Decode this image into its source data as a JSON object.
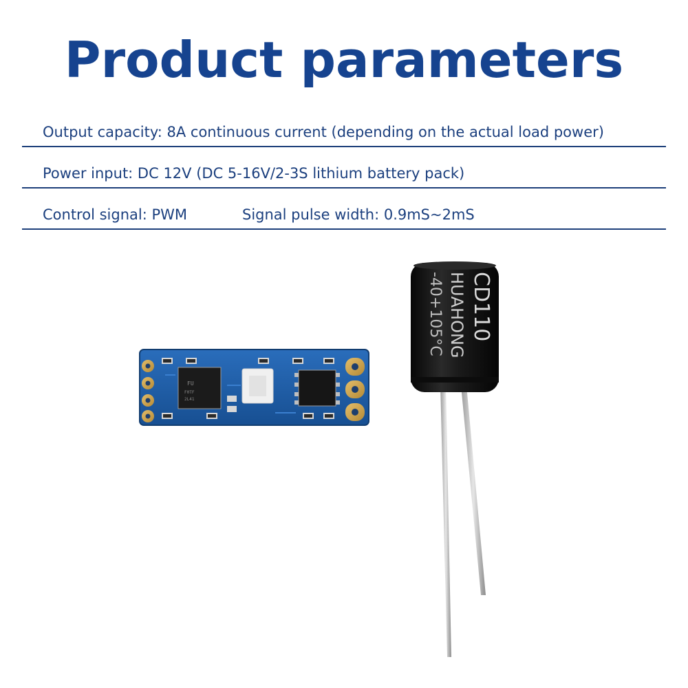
{
  "header": {
    "title": "Product parameters"
  },
  "params": {
    "output": "Output capacity: 8A continuous current (depending on the actual load power)",
    "power": "Power input: DC 12V (DC 5-16V/2-3S lithium battery pack)",
    "control": "Control signal: PWM",
    "pulse": "Signal pulse width: 0.9mS~2mS"
  },
  "capacitor": {
    "brand": "HUAHONG",
    "model": "CD110",
    "temp": "-40+105°C"
  },
  "colors": {
    "title": "#16438f",
    "text": "#1b3f7e",
    "pcb": "#1f5fa8",
    "capacitor": "#121212"
  }
}
